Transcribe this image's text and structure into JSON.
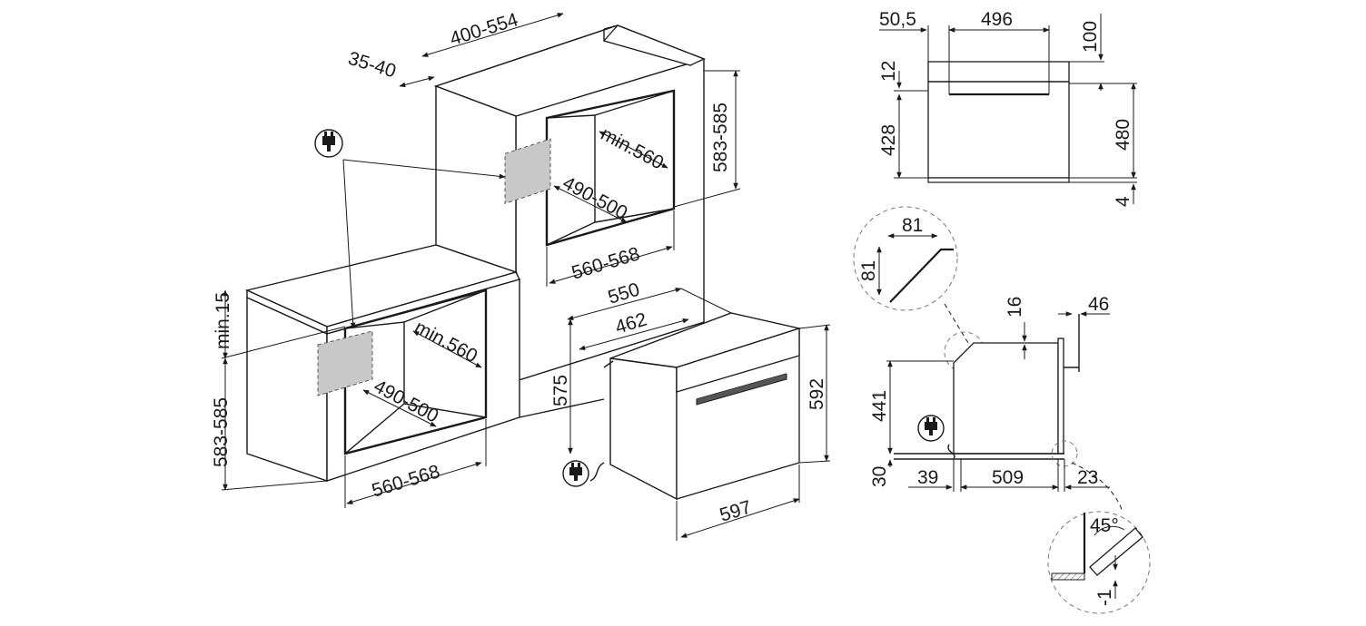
{
  "views": {
    "upper_niche": {
      "top_depth": "400-554",
      "gap": "35-40",
      "height": "583-585",
      "inner_depth": "min.560",
      "inner_height": "490-500",
      "width": "560-568"
    },
    "lower_niche": {
      "clearance": "min.15",
      "height": "583-585",
      "inner_depth": "min.560",
      "inner_height": "490-500",
      "width": "560-568"
    },
    "oven": {
      "depth_total": "550",
      "depth_body": "462",
      "body_height": "575",
      "front_height": "592",
      "front_width": "597"
    },
    "front_view": {
      "left_offset": "50,5",
      "inner_width": "496",
      "top_clearance": "100",
      "panel_height": "12",
      "door_height": "428",
      "total_height": "480",
      "bottom_gap": "4"
    },
    "side_view": {
      "detail_width": "81",
      "detail_height": "81",
      "top_gap": "16",
      "front_depth": "46",
      "body_height": "441",
      "base_height": "30",
      "rear_offset": "39",
      "body_depth": "509",
      "door_depth": "23",
      "angle": "45°",
      "tolerance": "-1"
    }
  },
  "icons": [
    "plug-icon",
    "plug-icon",
    "plug-icon"
  ]
}
